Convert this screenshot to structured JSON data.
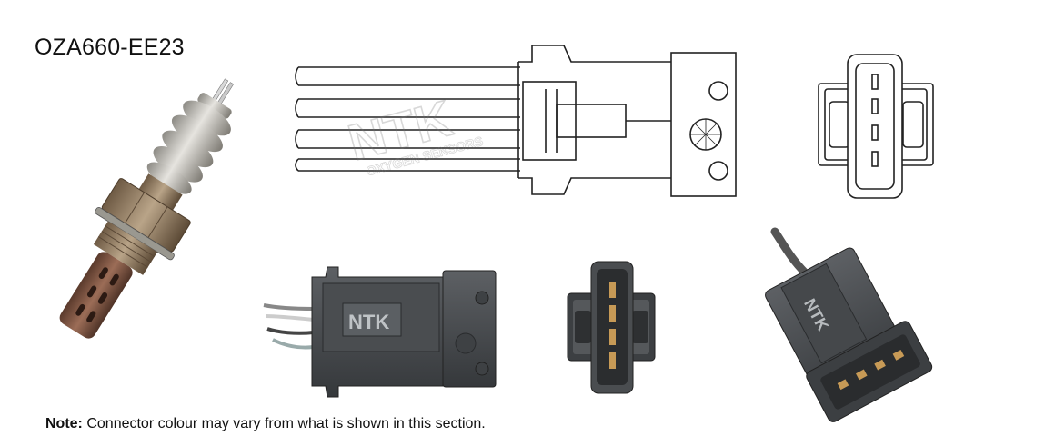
{
  "part_number": "OZA660-EE23",
  "watermark": {
    "brand": "NTK",
    "subtitle": "OXYGEN SENSORS"
  },
  "connector_marking": "NTK",
  "note": {
    "label": "Note:",
    "text": " Connector colour may vary from what is shown in this section."
  },
  "colors": {
    "text": "#111111",
    "line": "#222222",
    "connector_body": "#4a4d50",
    "sensor_metal": "#b9b6ad"
  }
}
